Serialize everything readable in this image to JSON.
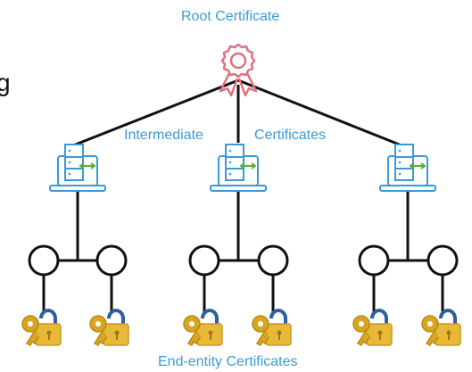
{
  "labels": {
    "root": "Root Certificate",
    "intermediate_left": "Intermediate",
    "intermediate_right": "Certificates",
    "end_entity": "End-entity Certificates",
    "partial_text": "g"
  },
  "colors": {
    "label": "#3a9ad9",
    "line": "#111111",
    "root_icon": "#e0707e",
    "server_icon": "#3a9ad9",
    "arrow": "#5aaf3a",
    "key": "#c79a1a",
    "lock": "#e8b838",
    "shackle": "#2e5f9e"
  },
  "icons": {
    "root": "ribbon-certificate-icon",
    "intermediate": "server-laptop-icon",
    "end_entity": "key-lock-icon"
  }
}
